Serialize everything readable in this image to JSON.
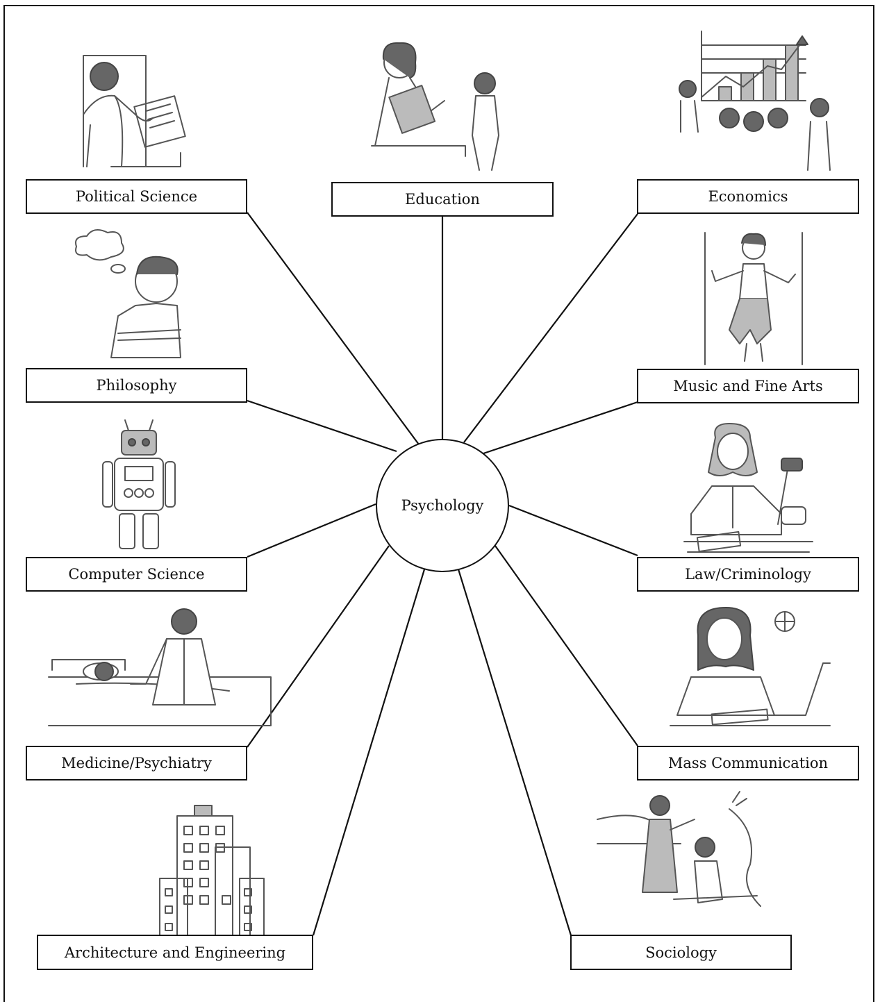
{
  "diagram": {
    "center": {
      "label": "Psychology"
    },
    "fields": [
      {
        "id": "political-science",
        "label": "Political Science",
        "icon": "voting-person-illustration"
      },
      {
        "id": "education",
        "label": "Education",
        "icon": "teacher-student-illustration"
      },
      {
        "id": "economics",
        "label": "Economics",
        "icon": "growth-chart-presentation-illustration"
      },
      {
        "id": "philosophy",
        "label": "Philosophy",
        "icon": "thinking-man-illustration"
      },
      {
        "id": "music-fine-arts",
        "label": "Music and Fine Arts",
        "icon": "dancer-illustration"
      },
      {
        "id": "computer-science",
        "label": "Computer Science",
        "icon": "robot-illustration"
      },
      {
        "id": "law-criminology",
        "label": "Law/Criminology",
        "icon": "judge-gavel-illustration"
      },
      {
        "id": "medicine-psychiatry",
        "label": "Medicine/Psychiatry",
        "icon": "doctor-patient-illustration"
      },
      {
        "id": "mass-communication",
        "label": "Mass Communication",
        "icon": "news-anchor-illustration"
      },
      {
        "id": "architecture-engineering",
        "label": "Architecture and Engineering",
        "icon": "buildings-illustration"
      },
      {
        "id": "sociology",
        "label": "Sociology",
        "icon": "community-people-illustration"
      }
    ]
  }
}
